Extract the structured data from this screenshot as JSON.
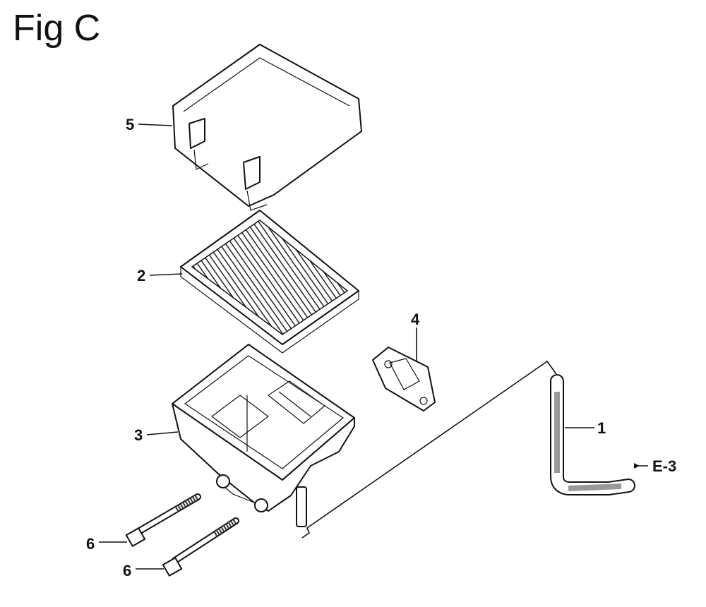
{
  "figure": {
    "title": "Fig C",
    "callouts": {
      "cover": "5",
      "filter": "2",
      "case": "3",
      "gasket": "4",
      "tube": "1",
      "bolt_upper": "6",
      "bolt_lower": "6",
      "reference": "E-3"
    }
  }
}
